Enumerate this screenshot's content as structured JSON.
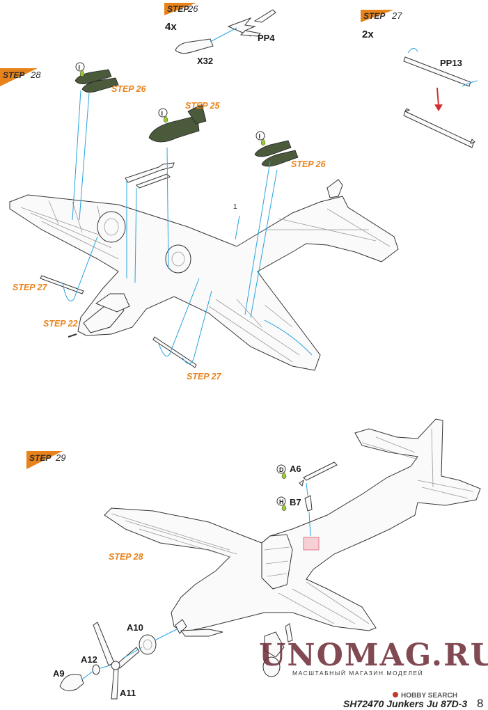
{
  "steps": {
    "s26": {
      "word": "STEP",
      "num": "26",
      "qty": "4x",
      "parts": [
        "PP4",
        "X32"
      ]
    },
    "s27": {
      "word": "STEP",
      "num": "27",
      "qty": "2x",
      "parts": [
        "PP13"
      ]
    },
    "s28": {
      "word": "STEP",
      "num": "28"
    },
    "s29": {
      "word": "STEP",
      "num": "29",
      "parts": [
        "A6",
        "B7",
        "A10",
        "A12",
        "A9",
        "A11"
      ]
    }
  },
  "refs": {
    "step26_left": "STEP 26",
    "step25": "STEP 25",
    "step26_right": "STEP 26",
    "step27_left": "STEP 27",
    "step22": "STEP 22",
    "step27_bottom": "STEP 27",
    "step28": "STEP 28"
  },
  "markers": {
    "bomb_left": "I",
    "bomb_center": "I",
    "bomb_right": "I",
    "a6": "D",
    "b7": "H"
  },
  "part_number": "1",
  "watermark": {
    "title": "UNOMAG.RU",
    "subtitle": "МАСШТАБНЫЙ МАГАЗИН МОДЕЛЕЙ",
    "tag": "HOBBY SEARCH"
  },
  "footer": {
    "code": "SH72470 Junkers Ju 87D-3",
    "page": "8"
  },
  "colors": {
    "accent": "#e8831c",
    "guide": "#27a3dc",
    "bomb": "#4a5a3b",
    "arrow": "#d03030",
    "watermark": "#6b2a35"
  }
}
